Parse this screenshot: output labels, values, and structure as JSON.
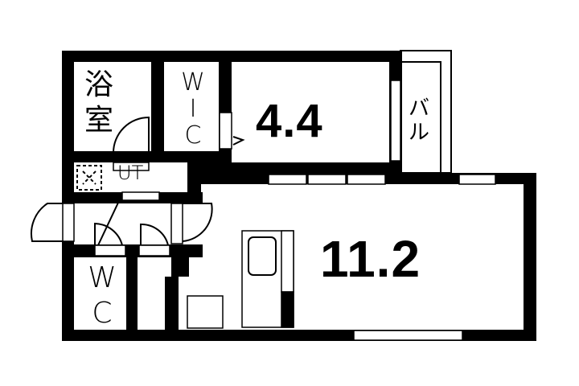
{
  "floor_plan": {
    "colors": {
      "wall": "#000000",
      "background": "#ffffff"
    },
    "rooms": {
      "western_room": {
        "area_label": "4.4"
      },
      "ldk": {
        "area_label": "11.2"
      },
      "bathroom": {
        "label_line1": "浴",
        "label_line2": "室"
      },
      "walk_in_closet": {
        "label_line1": "W",
        "label_line2": "I",
        "label_line3": "C"
      },
      "utility": {
        "label": "UT"
      },
      "toilet": {
        "label_line1": "W",
        "label_line2": "C"
      },
      "balcony": {
        "label_line1": "バ",
        "label_line2": "ル"
      }
    },
    "fixtures": [
      "washing-machine-space",
      "kitchen-sink",
      "entrance-door",
      "interior-doors",
      "windows",
      "sliding-door"
    ]
  }
}
